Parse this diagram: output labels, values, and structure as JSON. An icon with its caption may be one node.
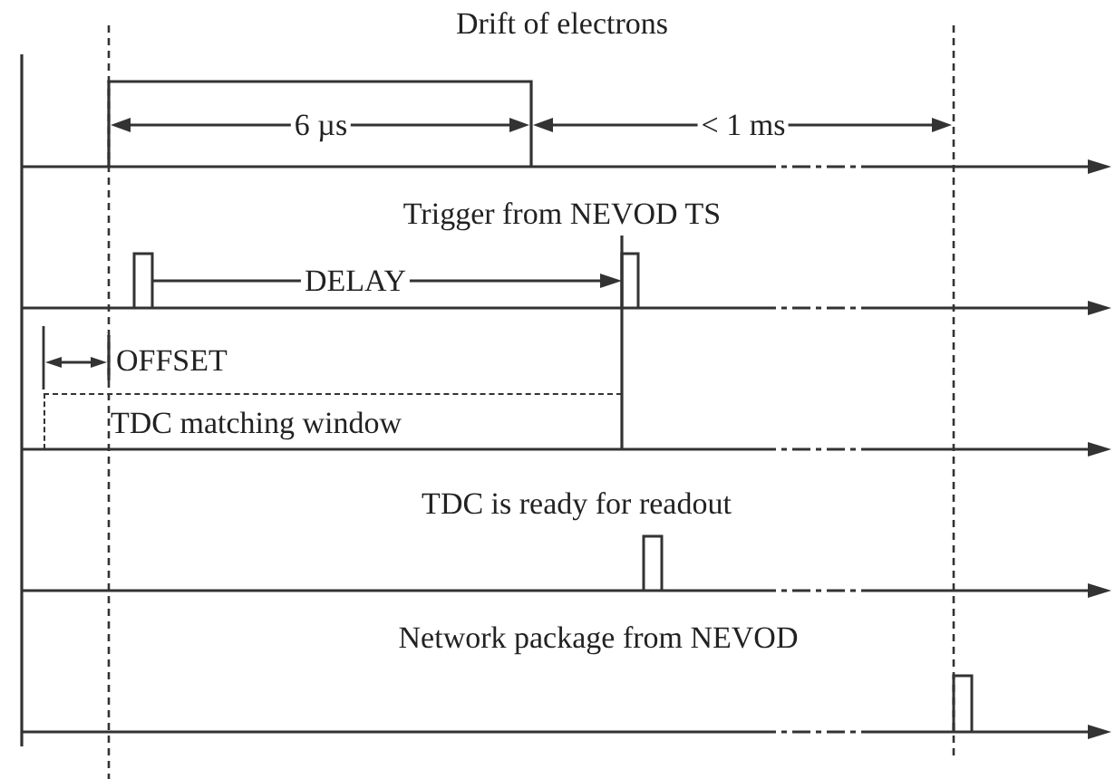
{
  "diagram": {
    "nodes": [
      {
        "text": [
          "TDC matching window"
        ]
      }
    ],
    "labels": [
      "Drift of electrons",
      "6 µs",
      "< 1 ms",
      "Trigger from NEVOD TS",
      "DELAY",
      "OFFSET",
      "TDC is ready for readout",
      "Network package from NEVOD"
    ]
  }
}
